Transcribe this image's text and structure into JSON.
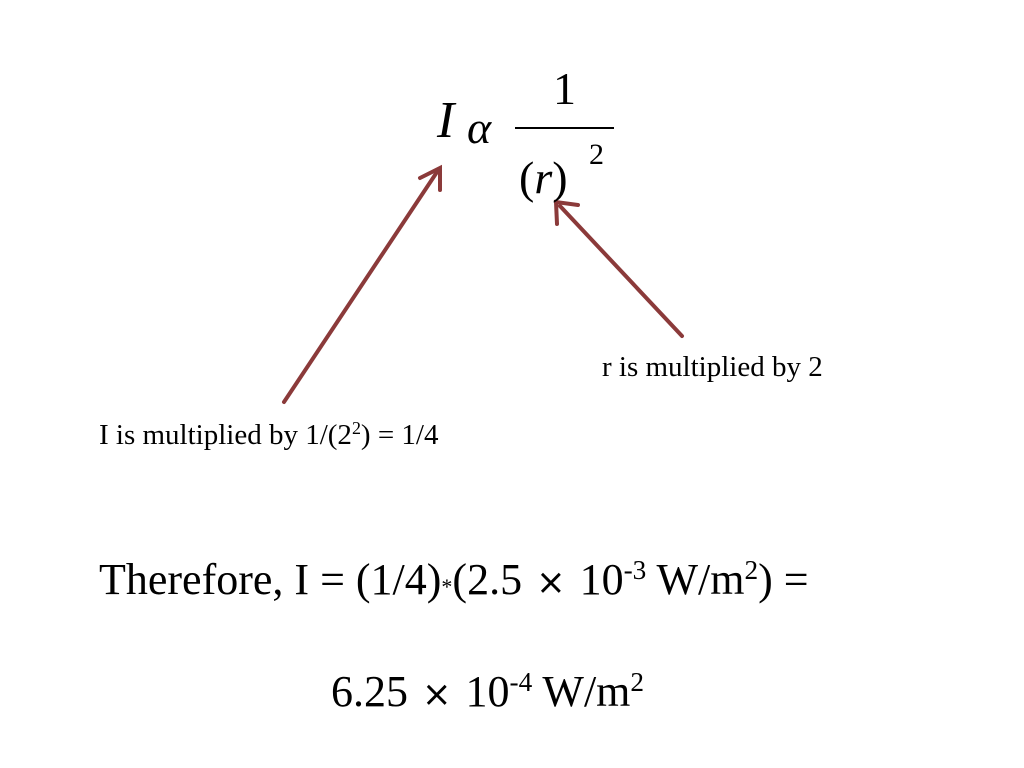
{
  "formula": {
    "intensity_symbol": "I",
    "proportional_symbol": "α",
    "numerator": "1",
    "denominator_open": "(",
    "denominator_var": "r",
    "denominator_close": ")",
    "exponent": "2"
  },
  "annotation_r": {
    "text": "r is multiplied by 2"
  },
  "annotation_I": {
    "prefix": "I is multiplied by 1/(2",
    "exponent": "2",
    "suffix": ") = 1/4"
  },
  "conclusion": {
    "line1_a": "Therefore, I = (1/4)",
    "asterisk": "*",
    "line1_b": "(2.5",
    "times": "×",
    "line1_c": "10",
    "line1_exp": "-3",
    "line1_d": " W/m",
    "line1_exp2": "2",
    "line1_e": ") =",
    "line2_a": "6.25",
    "line2_times": "×",
    "line2_b": "10",
    "line2_exp": "-4",
    "line2_c": " W/m",
    "line2_exp2": "2"
  },
  "colors": {
    "arrow": "#8b3a3a",
    "text": "#000000",
    "background": "#ffffff"
  }
}
